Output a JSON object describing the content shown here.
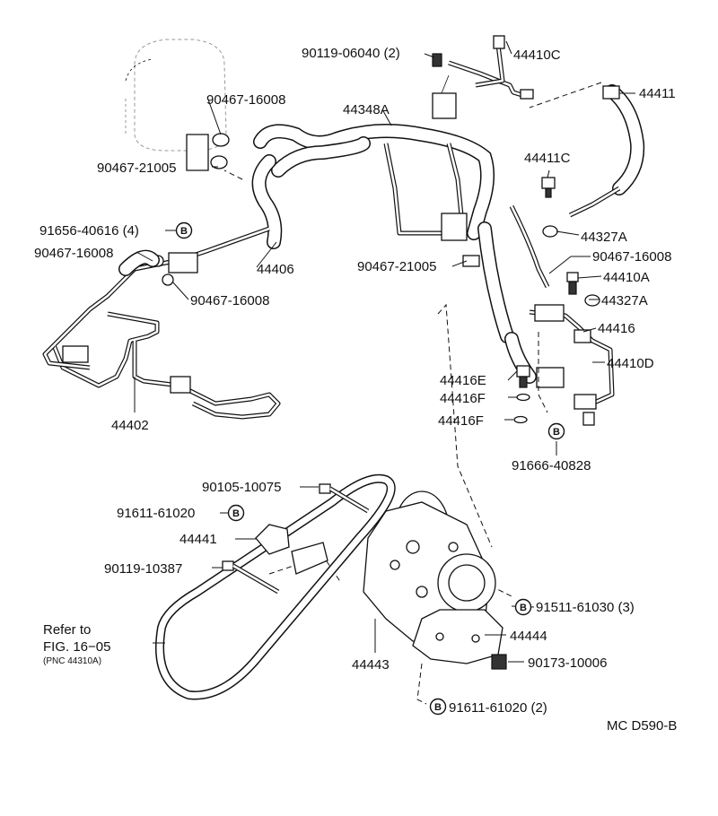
{
  "diagram_code": "MC D590-B",
  "reference": {
    "line1": "Refer to",
    "line2": "FIG. 16−05",
    "line3": "(PNC 44310A)"
  },
  "labels": {
    "p90119_06040": "90119-06040 (2)",
    "p44410C": "44410C",
    "p44411": "44411",
    "p44348A": "44348A",
    "p90467_16008_a": "90467-16008",
    "p90467_21005_a": "90467-21005",
    "p44411C": "44411C",
    "p44327A_a": "44327A",
    "p91656_40616": "91656-40616 (4)",
    "p90467_16008_b": "90467-16008",
    "p44406": "44406",
    "p90467_21005_b": "90467-21005",
    "p90467_16008_c": "90467-16008",
    "p44410A": "44410A",
    "p90467_16008_d": "90467-16008",
    "p44327A_b": "44327A",
    "p44416": "44416",
    "p44410D": "44410D",
    "p44416E": "44416E",
    "p44416F_a": "44416F",
    "p44416F_b": "44416F",
    "p44402": "44402",
    "p91666_40828": "91666-40828",
    "p90105_10075": "90105-10075",
    "p91611_61020_a": "91611-61020",
    "p44441": "44441",
    "p90119_10387": "90119-10387",
    "p91511_61030": "91511-61030 (3)",
    "p44444": "44444",
    "p44443": "44443",
    "p90173_10006": "90173-10006",
    "p91611_61020_b": "91611-61020 (2)"
  },
  "symbol_letter": "B",
  "colors": {
    "ink": "#111111",
    "paper": "#ffffff"
  }
}
